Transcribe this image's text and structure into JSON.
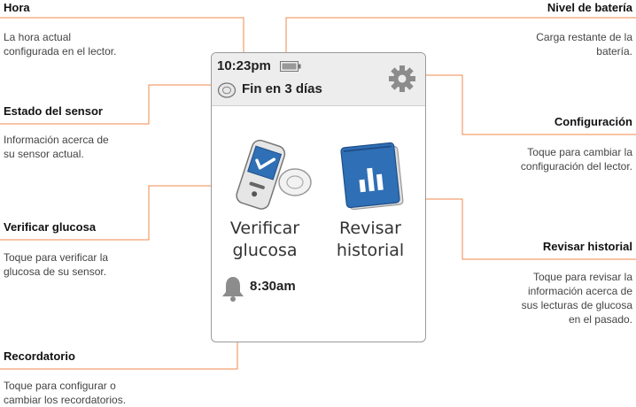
{
  "callouts": {
    "hora": {
      "title": "Hora",
      "desc": [
        "La hora actual",
        "configurada en el lector."
      ]
    },
    "estado_sensor": {
      "title": "Estado del sensor",
      "desc": [
        "Información acerca de",
        "su sensor actual."
      ]
    },
    "verificar": {
      "title": "Verificar glucosa",
      "desc": [
        "Toque para verificar la",
        "glucosa de su sensor."
      ]
    },
    "recordatorio": {
      "title": "Recordatorio",
      "desc": [
        "Toque para configurar o",
        "cambiar los recordatorios."
      ]
    },
    "bateria": {
      "title": "Nivel de batería",
      "desc": [
        "Carga restante de la",
        "batería."
      ]
    },
    "configuracion": {
      "title": "Configuración",
      "desc": [
        "Toque para cambiar la",
        "configuración del lector."
      ]
    },
    "historial": {
      "title": "Revisar historial",
      "desc": [
        "Toque para revisar la",
        "información acerca de",
        "sus lecturas de glucosa",
        "en el pasado."
      ]
    }
  },
  "screen": {
    "time": "10:23pm",
    "sensor_status": "Fin en 3 días",
    "check_label": [
      "Verificar",
      "glucosa"
    ],
    "history_label": [
      "Revisar",
      "historial"
    ],
    "reminder_time": "8:30am"
  },
  "colors": {
    "accent": "#f08a4b",
    "screen_blue": "#2f6fb5",
    "icon_gray": "#8c8c8c"
  },
  "icons": [
    "battery-icon",
    "sensor-icon",
    "gear-icon",
    "reader-check-icon",
    "logbook-chart-icon",
    "bell-icon"
  ]
}
